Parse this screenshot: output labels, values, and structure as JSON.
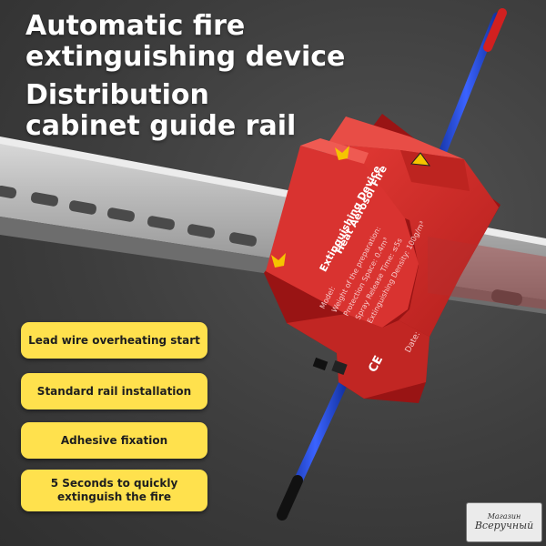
{
  "headline": {
    "line1a": "Automatic fire",
    "line1b": "extinguishing device",
    "line2a": "Distribution",
    "line2b": "cabinet guide rail"
  },
  "device": {
    "side_label_1": "Heat Aerosol Fire",
    "side_label_2": "Extinguishing Device",
    "spec_lines": [
      "Model:",
      "Weight of the preparation:",
      "Protection Space: 0.4m³",
      "Spray Release Time: ≤5s",
      "Extinguishing Density: 100g/m³"
    ],
    "ce_mark": "CE",
    "date_label": "Date:",
    "color": "#d42a2a",
    "warning_color": "#f5c400"
  },
  "features": [
    "Lead wire overheating start",
    "Standard rail installation",
    "Adhesive fixation",
    "5 Seconds to quickly extinguish the fire"
  ],
  "watermark": {
    "line1": "Магазин",
    "line2": "Всеручный"
  },
  "colors": {
    "badge": "#ffe14d",
    "wire": "#2347d6",
    "background": "#3d3d3d"
  }
}
